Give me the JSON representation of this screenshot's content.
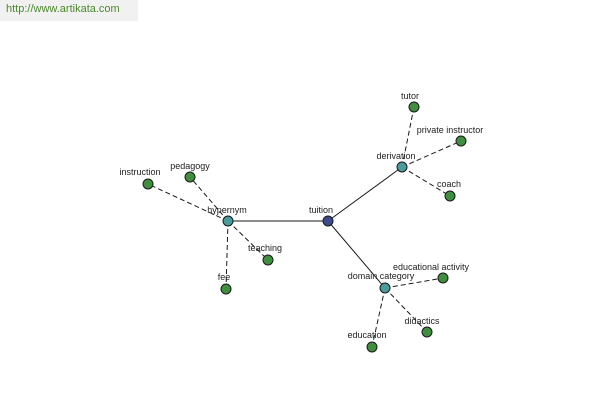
{
  "watermark": {
    "url": "http://www.artikata.com"
  },
  "colors": {
    "root": "#3d4a8c",
    "category": "#4b9c9c",
    "leaf": "#3f8f3f"
  },
  "graph": {
    "root": {
      "id": "tuition",
      "label": "tuition"
    },
    "categories": [
      {
        "id": "hypernym",
        "label": "hypernym"
      },
      {
        "id": "derivation",
        "label": "derivation"
      },
      {
        "id": "domain-category",
        "label": "domain category"
      }
    ],
    "leaves": [
      {
        "id": "instruction",
        "label": "instruction",
        "parent": "hypernym"
      },
      {
        "id": "pedagogy",
        "label": "pedagogy",
        "parent": "hypernym"
      },
      {
        "id": "teaching",
        "label": "teaching",
        "parent": "hypernym"
      },
      {
        "id": "fee",
        "label": "fee",
        "parent": "hypernym"
      },
      {
        "id": "tutor",
        "label": "tutor",
        "parent": "derivation"
      },
      {
        "id": "private-instructor",
        "label": "private instructor",
        "parent": "derivation"
      },
      {
        "id": "coach",
        "label": "coach",
        "parent": "derivation"
      },
      {
        "id": "educational-activity",
        "label": "educational activity",
        "parent": "domain-category"
      },
      {
        "id": "didactics",
        "label": "didactics",
        "parent": "domain-category"
      },
      {
        "id": "education",
        "label": "education",
        "parent": "domain-category"
      }
    ]
  }
}
